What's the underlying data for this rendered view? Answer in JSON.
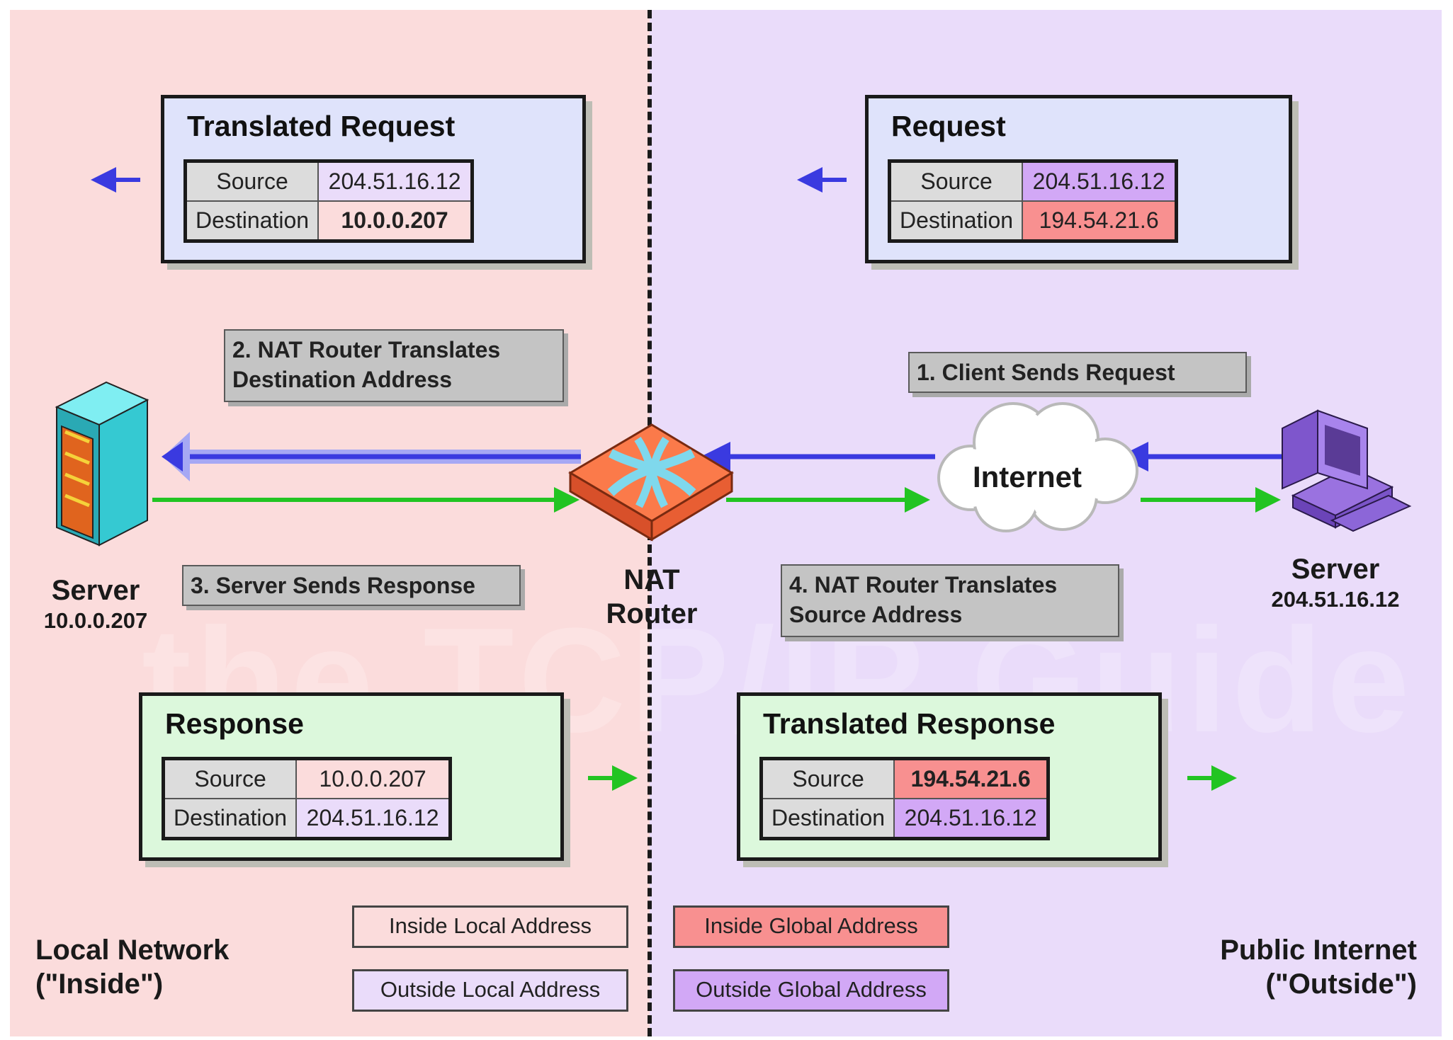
{
  "colors": {
    "inside_local": "#fbdcdc",
    "inside_global": "#f89090",
    "outside_local": "#eadcfa",
    "outside_global": "#d2a8f6",
    "request_arrow": "#3a3ae0",
    "response_arrow": "#22c422",
    "request_panel": "#dfe3fb",
    "response_panel": "#dcf8dc"
  },
  "watermark": "the TCP/IP Guide",
  "panels": {
    "translated_request": {
      "title": "Translated Request",
      "source_label": "Source",
      "source_value": "204.51.16.12",
      "dest_label": "Destination",
      "dest_value": "10.0.0.207"
    },
    "request": {
      "title": "Request",
      "source_label": "Source",
      "source_value": "204.51.16.12",
      "dest_label": "Destination",
      "dest_value": "194.54.21.6"
    },
    "response": {
      "title": "Response",
      "source_label": "Source",
      "source_value": "10.0.0.207",
      "dest_label": "Destination",
      "dest_value": "204.51.16.12"
    },
    "translated_response": {
      "title": "Translated Response",
      "source_label": "Source",
      "source_value": "194.54.21.6",
      "dest_label": "Destination",
      "dest_value": "204.51.16.12"
    }
  },
  "steps": {
    "step1": "1. Client Sends Request",
    "step2_line1": "2. NAT Router Translates",
    "step2_line2": "Destination Address",
    "step3": "3. Server Sends Response",
    "step4_line1": "4. NAT Router Translates",
    "step4_line2": "Source  Address"
  },
  "nodes": {
    "local_server_name": "Server",
    "local_server_ip": "10.0.0.207",
    "router_line1": "NAT",
    "router_line2": "Router",
    "internet": "Internet",
    "remote_server_name": "Server",
    "remote_server_ip": "204.51.16.12",
    "local_server_icon": "server-tower-icon",
    "router_icon": "router-icon",
    "internet_icon": "cloud-icon",
    "remote_server_icon": "desktop-computer-icon"
  },
  "networks": {
    "local_line1": "Local Network",
    "local_line2": "(\"Inside\")",
    "public_line1": "Public Internet",
    "public_line2": "(\"Outside\")"
  },
  "legend": {
    "inside_local": "Inside Local Address",
    "outside_local": "Outside Local Address",
    "inside_global": "Inside Global Address",
    "outside_global": "Outside Global Address"
  }
}
